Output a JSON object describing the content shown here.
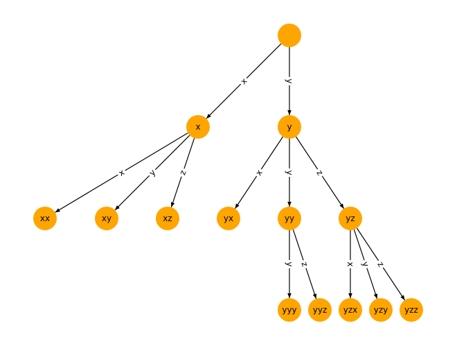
{
  "diagram": {
    "node_color": "#ffa500",
    "edge_color": "#000000",
    "nodes": [
      {
        "id": "root",
        "label": ""
      },
      {
        "id": "x",
        "label": "x"
      },
      {
        "id": "y",
        "label": "y"
      },
      {
        "id": "xx",
        "label": "xx"
      },
      {
        "id": "xy",
        "label": "xy"
      },
      {
        "id": "xz",
        "label": "xz"
      },
      {
        "id": "yx",
        "label": "yx"
      },
      {
        "id": "yy",
        "label": "yy"
      },
      {
        "id": "yz",
        "label": "yz"
      },
      {
        "id": "yyy",
        "label": "yyy"
      },
      {
        "id": "yyz",
        "label": "yyz"
      },
      {
        "id": "yzx",
        "label": "yzx"
      },
      {
        "id": "yzy",
        "label": "yzy"
      },
      {
        "id": "yzz",
        "label": "yzz"
      }
    ],
    "edges": [
      {
        "from": "root",
        "to": "x",
        "label": "x"
      },
      {
        "from": "root",
        "to": "y",
        "label": "y"
      },
      {
        "from": "x",
        "to": "xx",
        "label": "x"
      },
      {
        "from": "x",
        "to": "xy",
        "label": "y"
      },
      {
        "from": "x",
        "to": "xz",
        "label": "z"
      },
      {
        "from": "y",
        "to": "yx",
        "label": "x"
      },
      {
        "from": "y",
        "to": "yy",
        "label": "y"
      },
      {
        "from": "y",
        "to": "yz",
        "label": "z"
      },
      {
        "from": "yy",
        "to": "yyy",
        "label": "y"
      },
      {
        "from": "yy",
        "to": "yyz",
        "label": "z"
      },
      {
        "from": "yz",
        "to": "yzx",
        "label": "x"
      },
      {
        "from": "yz",
        "to": "yzy",
        "label": "y"
      },
      {
        "from": "yz",
        "to": "yzz",
        "label": "z"
      }
    ]
  }
}
